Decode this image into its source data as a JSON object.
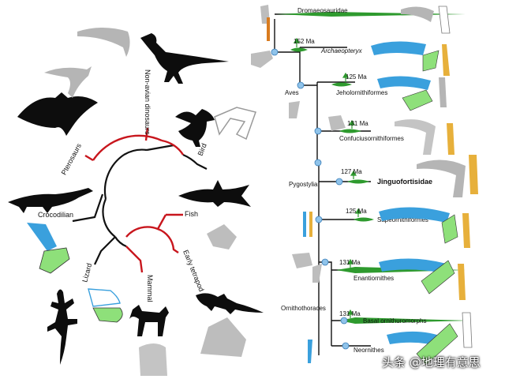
{
  "left_tree": {
    "labels": {
      "pterosaurs": "Pterosaurs",
      "non_avian": "Non-avian dinosaurs",
      "bird": "Bird",
      "crocodilian": "Crocodilian",
      "fish": "Fish",
      "lizard": "Lizard",
      "mammal": "Mammal",
      "early_tetrapod": "Early tetrapod"
    }
  },
  "right_tree": {
    "clades": {
      "dromaeosauridae": "Dromaeosauridae",
      "archaeopteryx": "Archaeopteryx",
      "jeholornithiformes": "Jeholornithiformes",
      "confuciusornithiformes": "Confuciusornithiformes",
      "jinguofortisidae": "Jinguofortisidae",
      "sapeornithiformes": "Sapeornithiformes",
      "enantiornithes": "Enantiornithes",
      "basal_ornithuromorphs": "Basal ornithuromorphs",
      "neornithes": "Neornithes"
    },
    "ages": {
      "archaeopteryx": "152 Ma",
      "jeholornithiformes": "125 Ma",
      "confuciusornithiformes": "131 Ma",
      "jinguofortisidae": "127 Ma",
      "sapeornithiformes": "125 Ma",
      "enantiornithes": "131 Ma",
      "basal_ornithuromorphs": "131 Ma"
    },
    "nodes": {
      "aves": "Aves",
      "pygostylia": "Pygostylia",
      "ornithothoraces": "Ornithothoraces"
    }
  },
  "watermark": "头条 @地理有意思",
  "colors": {
    "red_branch": "#c8161d",
    "green_bar": "#2e9a2e",
    "blue_bone": "#3aa0dd",
    "light_green_bone": "#8ee07a",
    "grey_bone": "#b5b5b5",
    "node_circle": "#8fc3ea"
  }
}
